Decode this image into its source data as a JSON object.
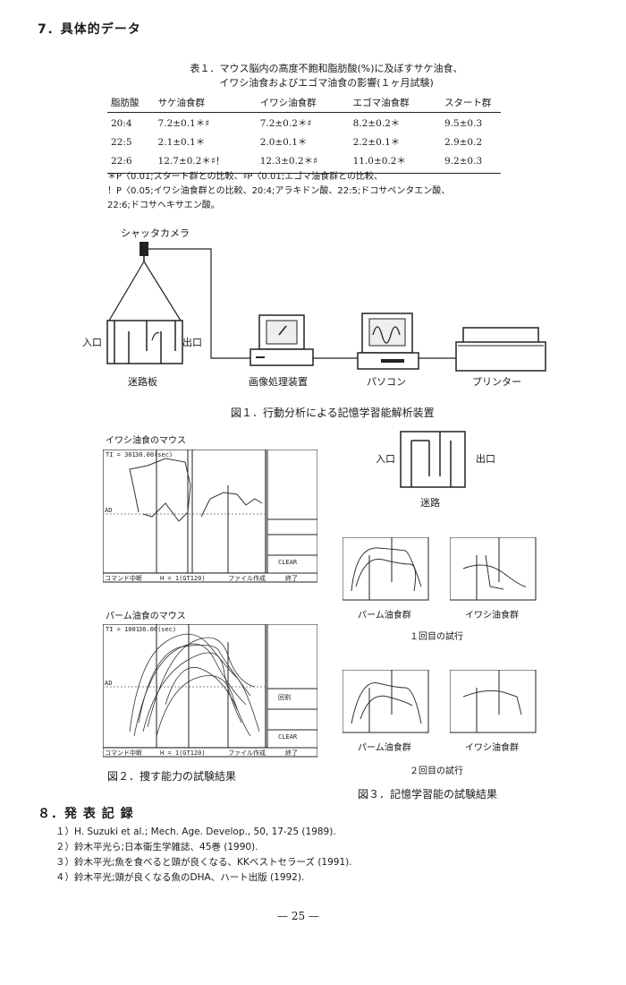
{
  "section7": {
    "title": "7．具体的データ"
  },
  "table1": {
    "caption_line1": "表１．マウス脳内の高度不飽和脂肪酸(%)に及ぼすサケ油食、",
    "caption_line2": "イワシ油食およびエゴマ油食の影響(１ヶ月試験)",
    "headers": [
      "脂肪酸",
      "サケ油食群",
      "イワシ油食群",
      "エゴマ油食群",
      "スタート群"
    ],
    "rows": [
      [
        "20:4",
        "7.2±0.1＊♯",
        "7.2±0.2＊♯",
        "8.2±0.2＊",
        "9.5±0.3"
      ],
      [
        "22:5",
        "2.1±0.1＊",
        "2.0±0.1＊",
        "2.2±0.1＊",
        "2.9±0.2"
      ],
      [
        "22:6",
        "12.7±0.2＊♯！",
        "12.3±0.2＊♯",
        "11.0±0.2＊",
        "9.2±0.3"
      ]
    ],
    "notes": [
      "＊P〈0.01;スタート群との比較、♯P〈0.01;エゴマ油食群との比較、",
      "！P〈0.05;イワシ油食群との比較、20:4;アラキドン酸、22:5;ドコサペンタエン酸、",
      "22:6;ドコサヘキサエン酸。"
    ]
  },
  "figure1": {
    "camera_label": "シャッタカメラ",
    "entrance_label": "入口",
    "exit_label": "出口",
    "maze_label": "迷路板",
    "processor_label": "画像処理装置",
    "pc_label": "パソコン",
    "printer_label": "プリンター",
    "caption": "図１．行動分析による記憶学習能解析装置"
  },
  "figure2": {
    "title_top": "イワシ油食のマウス",
    "title_bottom": "パーム油食のマウス",
    "caption": "図２．捜す能力の試験結果",
    "panel_top": {
      "header_left": "TI = 301",
      "header_time": "30.00(sec)",
      "axis_left": "AD",
      "clear": "CLEAR",
      "finish": "終了",
      "stop": "コマンド中断",
      "bottom_mid": "H = 1(GT120)",
      "bottom_right": "ファイル作成"
    },
    "panel_bottom": {
      "header_left": "TI = 1001",
      "header_time": "36.00(sec)",
      "axis_left": "AD",
      "clear": "CLEAR",
      "finish": "終了",
      "stop": "コマンド中断",
      "bottom_mid": "H = 1(GT120)",
      "bottom_right": "ファイル作成",
      "side_label": "回割"
    }
  },
  "figure3": {
    "entrance_label": "入口",
    "exit_label": "出口",
    "maze_label": "迷路",
    "trial1_left": "パーム油食群",
    "trial1_right": "イワシ油食群",
    "trial1_label": "１回目の試行",
    "trial2_left": "パーム油食群",
    "trial2_right": "イワシ油食群",
    "trial2_label": "２回目の試行",
    "caption": "図３．記憶学習能の試験結果"
  },
  "section8": {
    "title": "８．発 表 記 録",
    "refs": [
      "１）H. Suzuki et al.; Mech. Age. Develop., 50, 17-25 (1989).",
      "２）鈴木平光ら;日本衛生学雑誌、45巻 (1990).",
      "３）鈴木平光;魚を食べると頭が良くなる、KKベストセラーズ (1991).",
      "４）鈴木平光;頭が良くなる魚のDHA、ハート出版 (1992)."
    ]
  },
  "page_number": "— 25 —"
}
